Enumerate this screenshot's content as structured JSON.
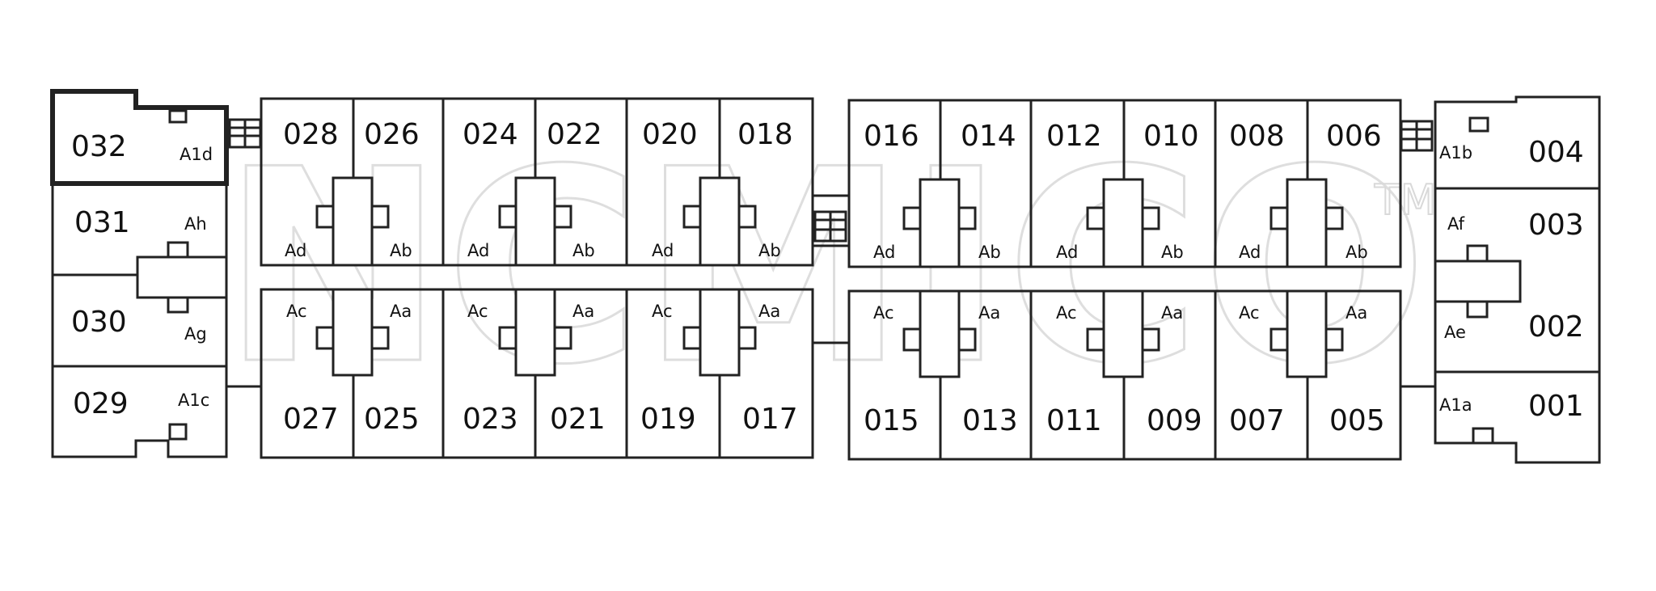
{
  "watermark": {
    "text": "NCMICO",
    "mark": "TM"
  },
  "colors": {
    "line": "#222222",
    "watermark": "#d9d9d9",
    "background": "#ffffff"
  },
  "units": {
    "u032": {
      "number": "032",
      "type": "A1d"
    },
    "u031": {
      "number": "031",
      "type": "Ah"
    },
    "u030": {
      "number": "030",
      "type": "Ag"
    },
    "u029": {
      "number": "029",
      "type": "A1c"
    },
    "u028": {
      "number": "028",
      "type": "Ad"
    },
    "u026": {
      "number": "026",
      "type": "Ab"
    },
    "u024": {
      "number": "024",
      "type": "Ad"
    },
    "u022": {
      "number": "022",
      "type": "Ab"
    },
    "u020": {
      "number": "020",
      "type": "Ad"
    },
    "u018": {
      "number": "018",
      "type": "Ab"
    },
    "u016": {
      "number": "016",
      "type": "Ad"
    },
    "u014": {
      "number": "014",
      "type": "Ab"
    },
    "u012": {
      "number": "012",
      "type": "Ad"
    },
    "u010": {
      "number": "010",
      "type": "Ab"
    },
    "u008": {
      "number": "008",
      "type": "Ad"
    },
    "u006": {
      "number": "006",
      "type": "Ab"
    },
    "u027": {
      "number": "027",
      "type": "Ac"
    },
    "u025": {
      "number": "025",
      "type": "Aa"
    },
    "u023": {
      "number": "023",
      "type": "Ac"
    },
    "u021": {
      "number": "021",
      "type": "Aa"
    },
    "u019": {
      "number": "019",
      "type": "Ac"
    },
    "u017": {
      "number": "017",
      "type": "Aa"
    },
    "u015": {
      "number": "015",
      "type": "Ac"
    },
    "u013": {
      "number": "013",
      "type": "Aa"
    },
    "u011": {
      "number": "011",
      "type": "Ac"
    },
    "u009": {
      "number": "009",
      "type": "Aa"
    },
    "u007": {
      "number": "007",
      "type": "Ac"
    },
    "u005": {
      "number": "005",
      "type": "Aa"
    },
    "u004": {
      "number": "004",
      "type": "A1b"
    },
    "u003": {
      "number": "003",
      "type": "Af"
    },
    "u002": {
      "number": "002",
      "type": "Ae"
    },
    "u001": {
      "number": "001",
      "type": "A1a"
    }
  }
}
